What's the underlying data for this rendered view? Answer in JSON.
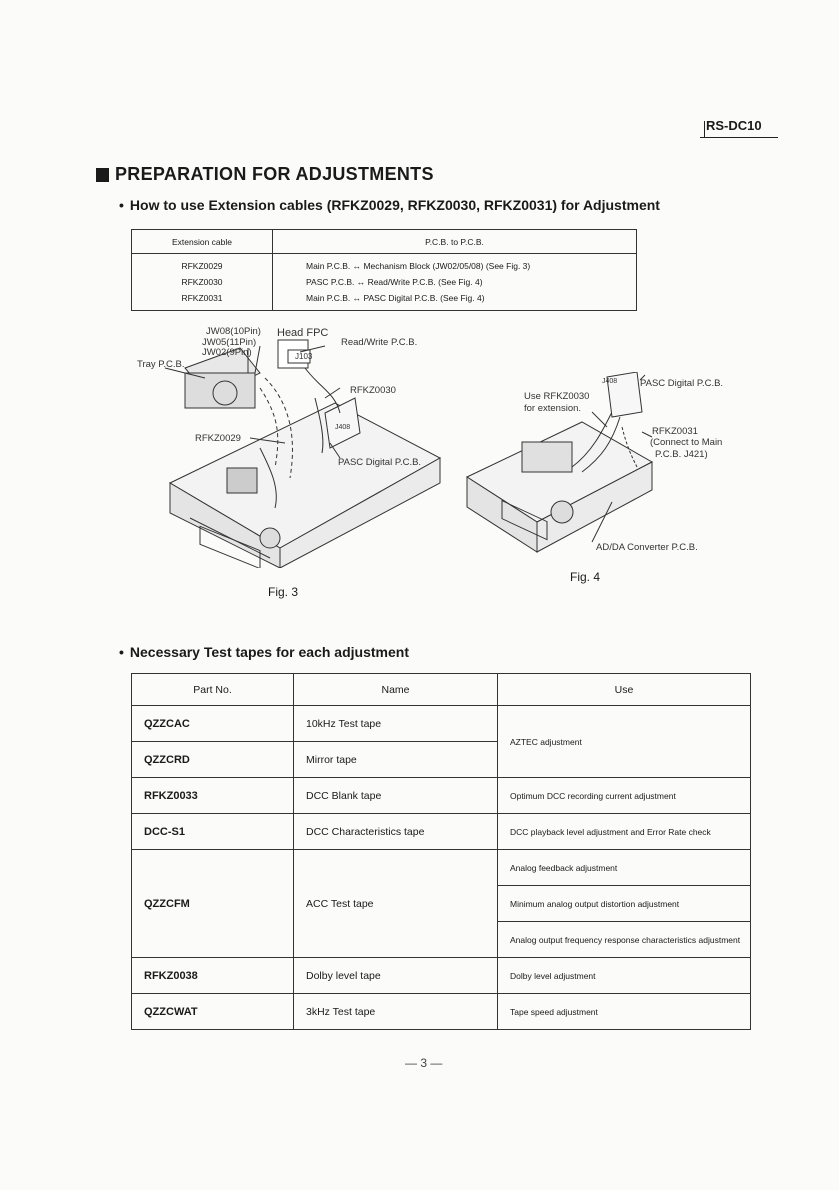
{
  "header": {
    "model": "RS-DC10"
  },
  "section": {
    "title": "PREPARATION FOR ADJUSTMENTS"
  },
  "ext_cables": {
    "heading": "How to use Extension cables (RFKZ0029, RFKZ0030, RFKZ0031) for Adjustment",
    "col_cable": "Extension cable",
    "col_pcb": "P.C.B. to P.C.B.",
    "rows": [
      {
        "cable": "RFKZ0029",
        "desc": "Main P.C.B. ↔ Mechanism Block (JW02/05/08) (See Fig. 3)"
      },
      {
        "cable": "RFKZ0030",
        "desc": "PASC P.C.B. ↔ Read/Write P.C.B. (See Fig. 4)"
      },
      {
        "cable": "RFKZ0031",
        "desc": "Main P.C.B. ↔ PASC Digital P.C.B. (See Fig. 4)"
      }
    ]
  },
  "fig3": {
    "caption": "Fig. 3",
    "labels": {
      "jw08": "JW08(10Pin)",
      "jw05": "JW05(11Pin)",
      "jw02": "JW02(9Pin)",
      "tray": "Tray P.C.B.",
      "head": "Head FPC",
      "rw": "Read/Write P.C.B.",
      "j103": "J103",
      "rfkz30": "RFKZ0030",
      "j408": "J408",
      "rfkz29": "RFKZ0029",
      "pasc": "PASC Digital P.C.B."
    }
  },
  "fig4": {
    "caption": "Fig. 4",
    "labels": {
      "j408": "J408",
      "pasc": "PASC Digital P.C.B.",
      "use1": "Use RFKZ0030",
      "use2": "for extension.",
      "rfkz31": "RFKZ0031",
      "conn1": "(Connect to Main",
      "conn2": "P.C.B. J421)",
      "adda": "AD/DA Converter P.C.B."
    }
  },
  "tapes": {
    "heading": "Necessary Test tapes for each adjustment",
    "col_part": "Part No.",
    "col_name": "Name",
    "col_use": "Use",
    "qzzcac": {
      "part": "QZZCAC",
      "name": "10kHz Test tape"
    },
    "qzzcrd": {
      "part": "QZZCRD",
      "name": "Mirror tape"
    },
    "aztec_use": "AZTEC adjustment",
    "rfkz33": {
      "part": "RFKZ0033",
      "name": "DCC Blank tape",
      "use": "Optimum DCC recording current adjustment"
    },
    "dccs1": {
      "part": "DCC-S1",
      "name": "DCC Characteristics tape",
      "use": "DCC playback level adjustment and Error Rate check"
    },
    "qzzcfm": {
      "part": "QZZCFM",
      "name": "ACC Test tape",
      "use1": "Analog feedback adjustment",
      "use2": "Minimum analog output distortion adjustment",
      "use3": "Analog output frequency response characteristics adjustment"
    },
    "rfkz38": {
      "part": "RFKZ0038",
      "name": "Dolby level tape",
      "use": "Dolby level adjustment"
    },
    "qzzcwat": {
      "part": "QZZCWAT",
      "name": "3kHz Test tape",
      "use": "Tape speed adjustment"
    }
  },
  "footer": {
    "page": "— 3 —"
  }
}
